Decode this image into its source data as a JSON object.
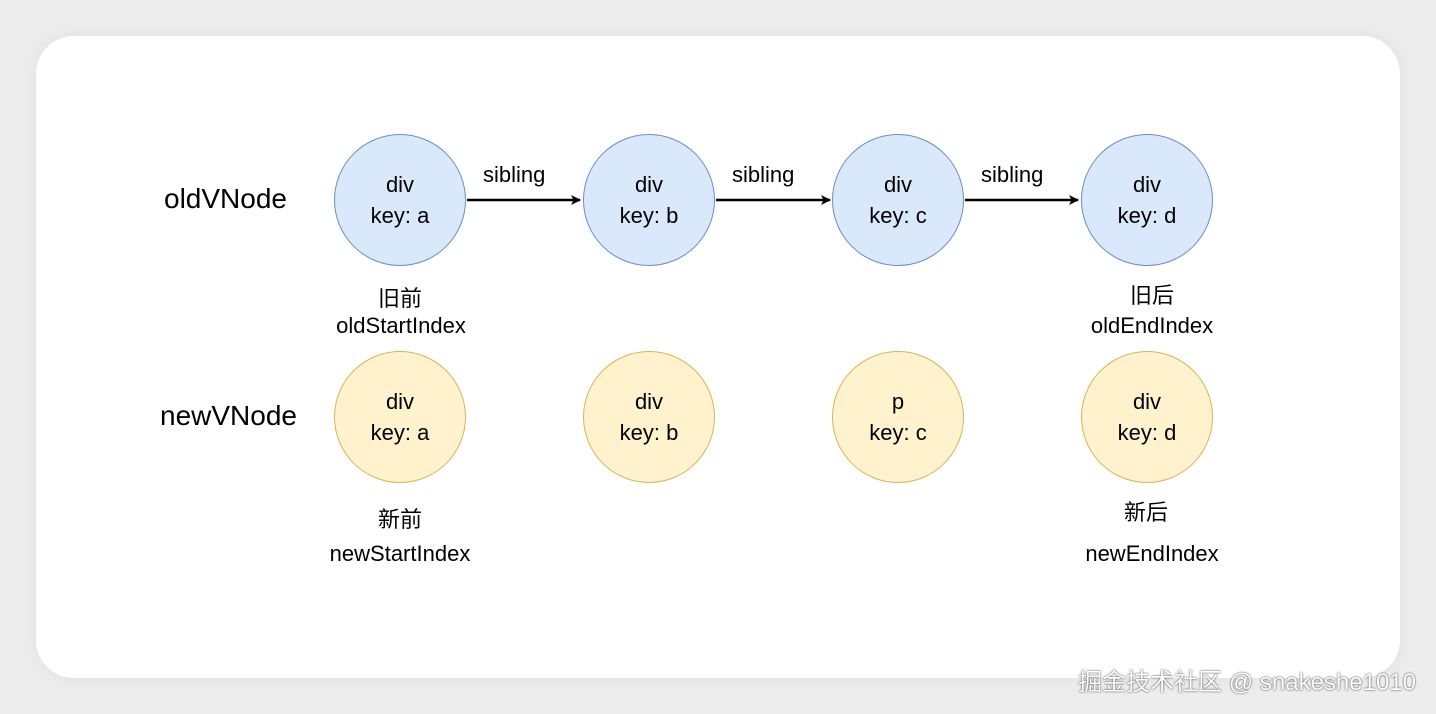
{
  "rows": {
    "old_label": "oldVNode",
    "new_label": "newVNode"
  },
  "old_nodes": [
    {
      "tag": "div",
      "key": "key: a"
    },
    {
      "tag": "div",
      "key": "key: b"
    },
    {
      "tag": "div",
      "key": "key: c"
    },
    {
      "tag": "div",
      "key": "key: d"
    }
  ],
  "new_nodes": [
    {
      "tag": "div",
      "key": "key: a"
    },
    {
      "tag": "div",
      "key": "key: b"
    },
    {
      "tag": "p",
      "key": "key: c"
    },
    {
      "tag": "div",
      "key": "key: d"
    }
  ],
  "edges": [
    "sibling",
    "sibling",
    "sibling"
  ],
  "pointers": {
    "old_start": {
      "cn": "旧前",
      "name": "oldStartIndex"
    },
    "old_end": {
      "cn": "旧后",
      "name": "oldEndIndex"
    },
    "new_start": {
      "cn": "新前",
      "name": "newStartIndex"
    },
    "new_end": {
      "cn": "新后",
      "name": "newEndIndex"
    }
  },
  "watermark": "掘金技术社区 @ snakeshe1010",
  "colors": {
    "old_fill": "#dae8fc",
    "old_stroke": "#6c8ebf",
    "new_fill": "#fff2cc",
    "new_stroke": "#d6b656"
  }
}
